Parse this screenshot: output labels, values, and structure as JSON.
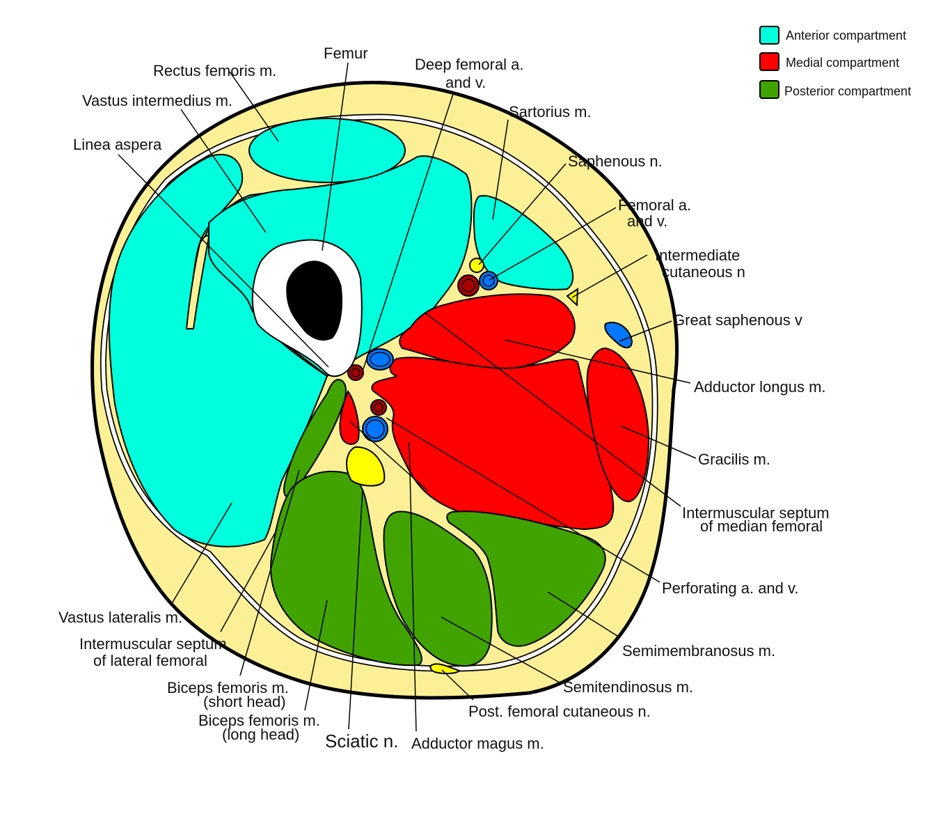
{
  "colors": {
    "anterior": "#00ffdd",
    "medial": "#ff0000",
    "posterior": "#41a300",
    "subcutaneous_fat": "#fbf096",
    "bone_cortex": "#ffffff",
    "bone_marrow": "#000000",
    "nerve": "#ffff00",
    "artery": "#aa0000",
    "vein": "#0077ff"
  },
  "legend": {
    "items": [
      {
        "label": "Anterior compartment",
        "color_key": "anterior"
      },
      {
        "label": "Medial compartment",
        "color_key": "medial"
      },
      {
        "label": "Posterior compartment",
        "color_key": "posterior"
      }
    ]
  },
  "labels": {
    "femur": "Femur",
    "rectus_femoris": "Rectus femoris m.",
    "vastus_intermedius": "Vastus intermedius m.",
    "linea_aspera": "Linea aspera",
    "deep_femoral": [
      "Deep femoral a.",
      "and v."
    ],
    "sartorius": "Sartorius m.",
    "saphenous_n": "Saphenous n.",
    "femoral_av": [
      "Femoral a.",
      "and v."
    ],
    "intermediate_cutaneous": [
      "Intermediate",
      "cutaneous n"
    ],
    "great_saphenous": "Great saphenous v",
    "adductor_longus": "Adductor longus m.",
    "gracilis": "Gracilis m.",
    "septum_median": [
      "Intermuscular septum",
      "of median femoral"
    ],
    "perforating": "Perforating a. and v.",
    "semimembranosus": "Semimembranosus m.",
    "semitendinosus": "Semitendinosus m.",
    "post_femoral_cutaneous": "Post. femoral cutaneous n.",
    "adductor_magnus": "Adductor magus m.",
    "sciatic": "Sciatic n.",
    "biceps_long": [
      "Biceps femoris m.",
      "(long head)"
    ],
    "biceps_short": [
      "Biceps femoris m.",
      "(short head)"
    ],
    "septum_lateral": [
      "Intermuscular septum",
      "of lateral femoral"
    ],
    "vastus_lateralis": "Vastus lateralis m."
  }
}
